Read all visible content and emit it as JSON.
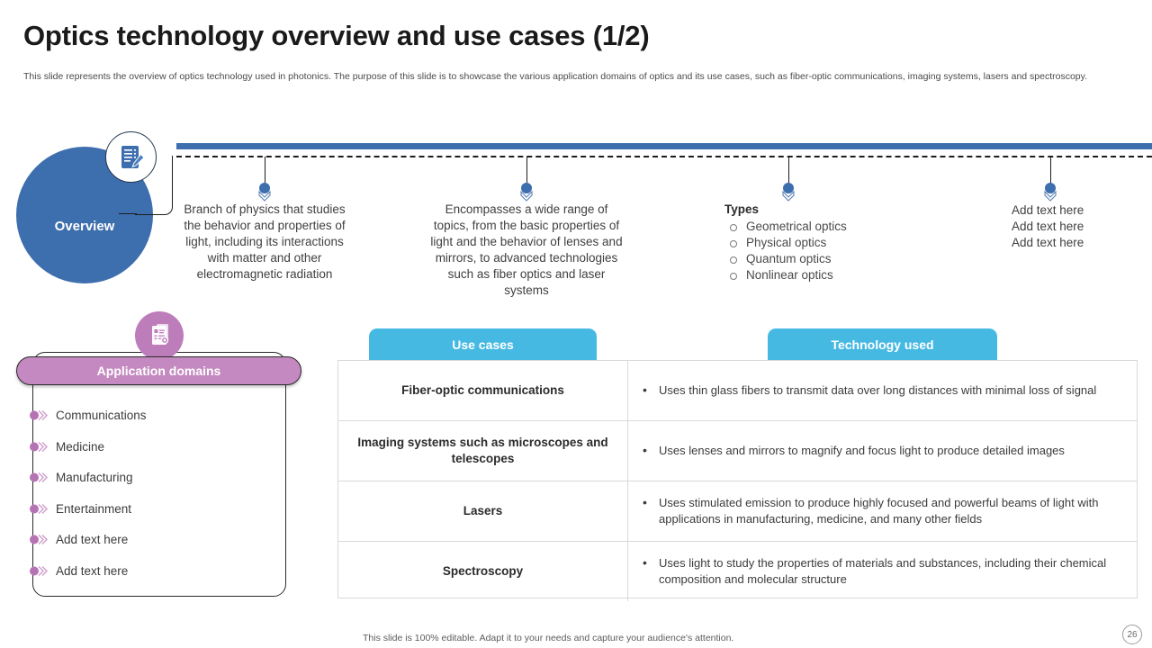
{
  "header": {
    "title": "Optics technology overview and use cases (1/2)",
    "subtitle": "This slide represents the overview of optics technology used in photonics. The purpose of this slide is to showcase the various application domains of optics and its use cases, such as fiber-optic communications, imaging systems, lasers and spectroscopy."
  },
  "overview": {
    "label": "Overview",
    "badge_icon": "clipboard-pencil-icon",
    "columns": [
      {
        "text": "Branch of physics that studies the behavior and properties of light, including its interactions with matter and other electromagnetic radiation"
      },
      {
        "text": "Encompasses a wide range of topics, from the basic properties of light and the behavior of lenses and mirrors, to advanced technologies such as fiber optics and laser systems"
      }
    ],
    "types": {
      "heading": "Types",
      "items": [
        "Geometrical optics",
        "Physical optics",
        "Quantum optics",
        "Nonlinear optics"
      ]
    },
    "placeholder_lines": [
      "Add text here",
      "Add text here",
      "Add text here"
    ]
  },
  "application_domains": {
    "title": "Application domains",
    "badge_icon": "document-report-icon",
    "items": [
      "Communications",
      "Medicine",
      "Manufacturing",
      "Entertainment",
      "Add text here",
      "Add text here"
    ]
  },
  "table": {
    "headers": [
      "Use cases",
      "Technology used"
    ],
    "rows": [
      {
        "use_case": "Fiber-optic communications",
        "technology": "Uses thin glass fibers to transmit data over long distances with minimal loss of signal"
      },
      {
        "use_case": "Imaging systems such as microscopes and telescopes",
        "technology": "Uses lenses and mirrors to magnify and focus light to produce detailed images"
      },
      {
        "use_case": "Lasers",
        "technology": "Uses stimulated emission to produce highly focused and powerful beams of light with applications in manufacturing, medicine, and many other fields"
      },
      {
        "use_case": "Spectroscopy",
        "technology": "Uses light to study the properties of materials and substances, including their chemical composition and molecular structure"
      }
    ]
  },
  "footer": {
    "note": "This slide is 100% editable. Adapt it to your needs and capture your audience's attention.",
    "page_number": "26"
  },
  "colors": {
    "blue": "#3d6ead",
    "cyan": "#46b9e3",
    "purple": "#c489c0",
    "text": "#3b3b3b"
  }
}
